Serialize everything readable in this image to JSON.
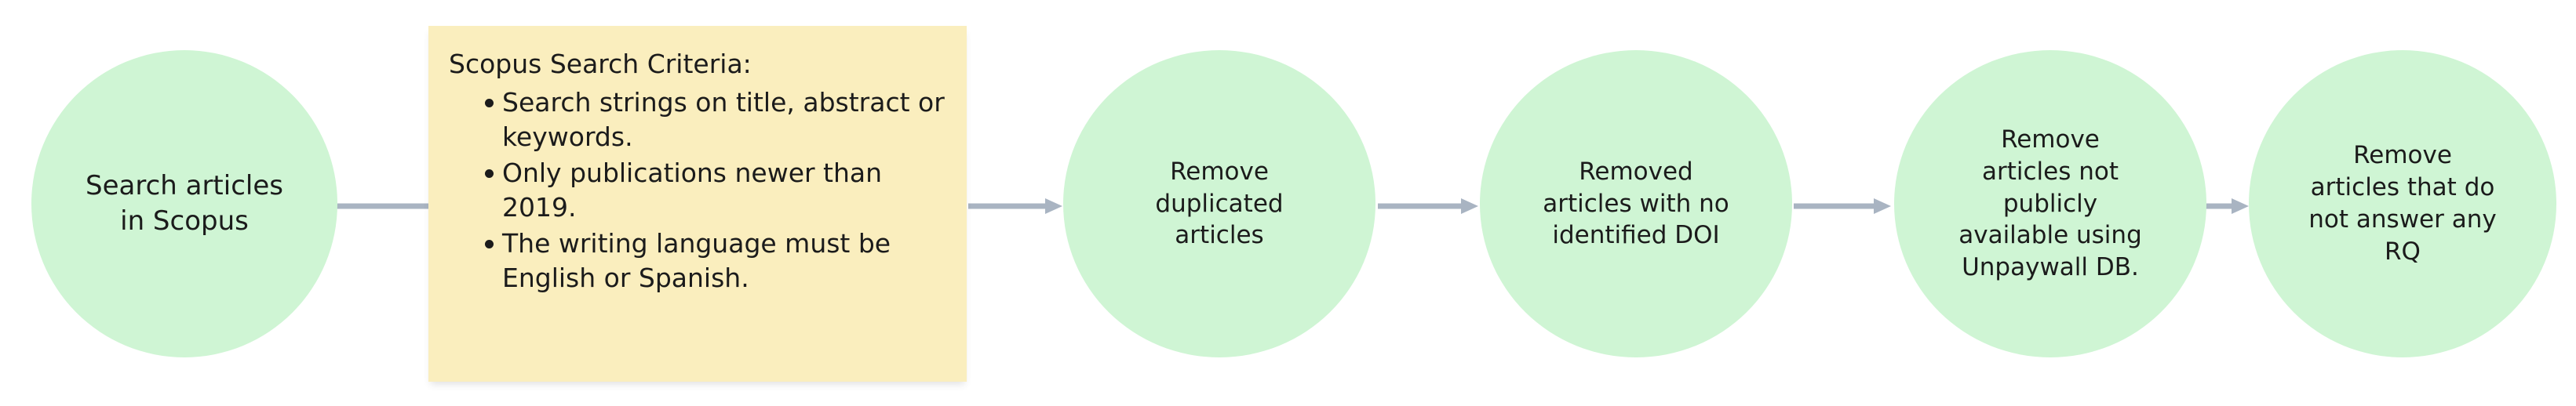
{
  "diagram": {
    "title": "Article selection process flowchart",
    "colors": {
      "node_fill": "#cff5d4",
      "note_fill": "#faeebe",
      "connector": "#a9b4c2",
      "text": "#1b1b1b",
      "background": "#ffffff"
    },
    "nodes": [
      {
        "id": "search-articles-in-scopus",
        "label": "Search articles\nin Scopus",
        "shape": "ellipse"
      },
      {
        "id": "remove-duplicated-articles",
        "label": "Remove\nduplicated\narticles",
        "shape": "ellipse"
      },
      {
        "id": "removed-articles-with-no-identified-doi",
        "label": "Removed\narticles with no\nidentified DOI",
        "shape": "ellipse"
      },
      {
        "id": "remove-articles-not-publicly-available",
        "label": "Remove\narticles not\npublicly\navailable using\nUnpaywall DB.",
        "shape": "ellipse"
      },
      {
        "id": "remove-articles-that-do-not-answer-any-rq",
        "label": "Remove\narticles that do\nnot answer any\nRQ",
        "shape": "ellipse"
      }
    ],
    "note": {
      "title": "Scopus Search Criteria:",
      "items": [
        "Search strings on title, abstract or keywords.",
        "Only publications newer than 2019.",
        "The writing language must be English or Spanish."
      ]
    },
    "connectors": [
      {
        "id": "connector-scopus-to-note",
        "from": "search-articles-in-scopus",
        "to": "scopus-search-criteria-note",
        "arrowhead": false
      },
      {
        "id": "connector-note-to-duplicates",
        "from": "scopus-search-criteria-note",
        "to": "remove-duplicated-articles",
        "arrowhead": true
      },
      {
        "id": "connector-duplicates-to-doi",
        "from": "remove-duplicated-articles",
        "to": "removed-articles-with-no-identified-doi",
        "arrowhead": true
      },
      {
        "id": "connector-doi-to-unpaywall",
        "from": "removed-articles-with-no-identified-doi",
        "to": "remove-articles-not-publicly-available",
        "arrowhead": true
      },
      {
        "id": "connector-unpaywall-to-rq",
        "from": "remove-articles-not-publicly-available",
        "to": "remove-articles-that-do-not-answer-any-rq",
        "arrowhead": true
      }
    ]
  }
}
